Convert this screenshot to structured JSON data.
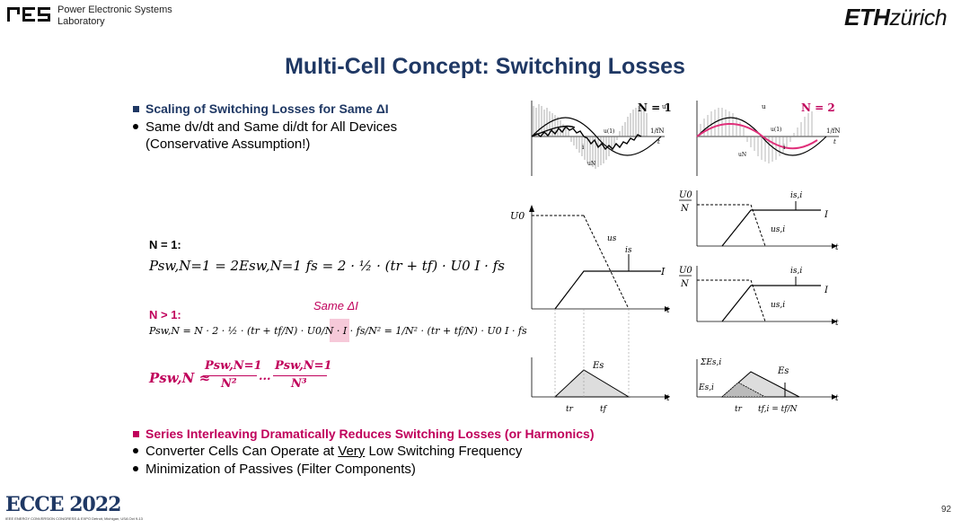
{
  "header": {
    "lab_line1": "Power Electronic Systems",
    "lab_line2": "Laboratory",
    "eth_bold": "ETH",
    "eth_rest": "zürich"
  },
  "title": "Multi-Cell Concept: Switching Losses",
  "section1": {
    "heading": "Scaling of Switching Losses for Same ΔI",
    "bullet_line1": "Same dv/dt and Same di/dt for All Devices",
    "bullet_line2": "(Conservative Assumption!)"
  },
  "equations": {
    "n1_label": "N = 1:",
    "n1_formula": "Psw,N=1 = 2Esw,N=1 fs = 2 · ½ · (tr + tf) · U0 I · fs",
    "same_di": "Same ΔI",
    "ngt1_label": "N > 1:",
    "ngt1_formula": "Psw,N = N · 2 · ½ · (tr + tf/N) · U0/N · I · fs/N² = 1/N² · (tr + tf/N) · U0 I · fs",
    "scaling_lhs": "Psw,N ≈",
    "scaling_num1": "Psw,N=1",
    "scaling_den1": "N²",
    "scaling_dots": "...",
    "scaling_num2": "Psw,N=1",
    "scaling_den2": "N³"
  },
  "figures": {
    "n1_label": "N = 1",
    "n2_label": "N = 2",
    "u": "u",
    "u1": "u(1)",
    "i": "i",
    "uN": "uN",
    "period": "1/fN",
    "t": "t",
    "U0": "U0",
    "U0N_num": "U0",
    "U0N_den": "N",
    "us": "us",
    "is": "is",
    "I": "I",
    "usi": "us,i",
    "isi": "is,i",
    "Es": "Es",
    "sumEsi": "ΣEs,i",
    "Esi": "Es,i",
    "tr": "tr",
    "tf": "tf",
    "tfi": "tf,i = tf/N"
  },
  "section2": {
    "heading": "Series Interleaving Dramatically Reduces Switching Losses (or Harmonics)",
    "bullet1_pre": "Converter Cells Can Operate at ",
    "bullet1_u": "Very",
    "bullet1_post": " Low Switching Frequency",
    "bullet2": "Minimization of Passives (Filter Components)"
  },
  "footer": {
    "ecce": "ECCE 2022",
    "ecce_sub": "IEEE ENERGY CONVERSION CONGRESS & EXPO  Detroit, Michigan, USA  Oct 9-13",
    "page": "92"
  },
  "colors": {
    "navy": "#1f3864",
    "magenta": "#c0005b",
    "pink": "#e0307a"
  }
}
